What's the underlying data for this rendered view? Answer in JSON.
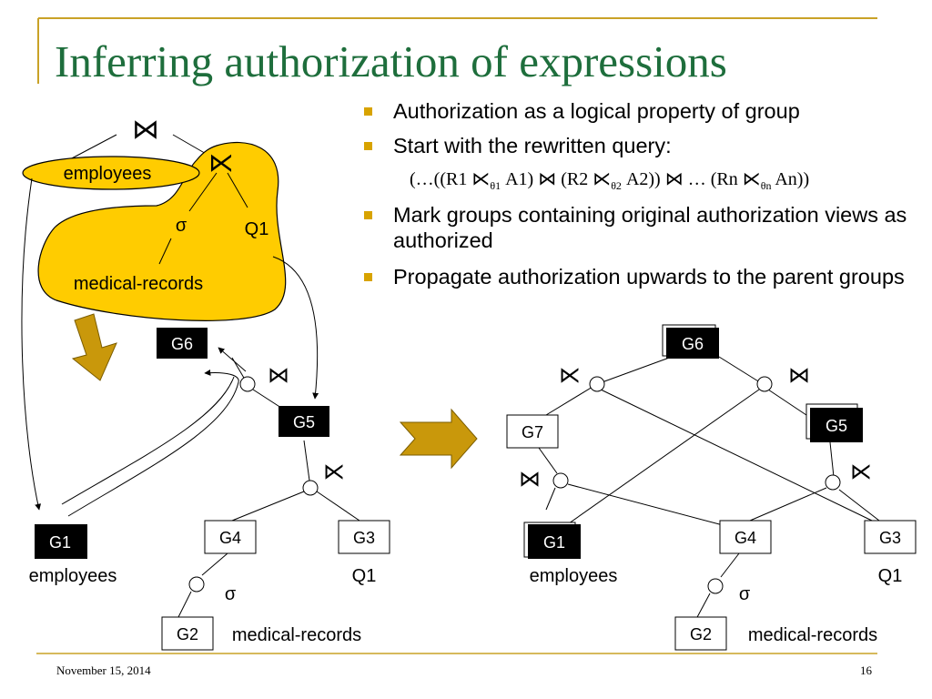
{
  "slide": {
    "title": "Inferring authorization of expressions",
    "bullets": [
      "Authorization as a logical property of group",
      "Start with the rewritten query:",
      "Mark groups containing original authorization views as authorized",
      "Propagate authorization upwards to the parent groups"
    ],
    "formula": {
      "p1": "(…((R1 ",
      "op_semijoin": "⋉",
      "sub1": "θ1",
      "p2": " A1) ",
      "op_join": "⋈",
      "p3": " (R2 ",
      "sub2": "θ2",
      "p4": " A2)) ",
      "p5": " … (Rn ",
      "subn": "θn",
      "p6": " An))"
    },
    "footer": {
      "date": "November 15, 2014",
      "page": "16"
    }
  },
  "diagram": {
    "operators": {
      "join": "⋈",
      "semijoin": "⋉",
      "select": "σ"
    },
    "left_tree": {
      "labels": {
        "employees": "employees",
        "q1": "Q1",
        "medical_records": "medical-records"
      },
      "groups": {
        "g1": "G1",
        "g2": "G2",
        "g3": "G3",
        "g4": "G4",
        "g5": "G5",
        "g6": "G6"
      },
      "under_labels": {
        "employees": "employees",
        "q1": "Q1",
        "medical_records": "medical-records"
      }
    },
    "right_tree": {
      "groups": {
        "g1": "G1",
        "g2": "G2",
        "g3": "G3",
        "g4": "G4",
        "g5": "G5",
        "g6": "G6",
        "g7": "G7"
      },
      "under_labels": {
        "employees": "employees",
        "q1": "Q1",
        "medical_records": "medical-records"
      }
    },
    "colors": {
      "title": "#1e6e3c",
      "bullet": "#d8a300",
      "blob_fill": "#ffcc00",
      "arrow_fill": "#c9980b",
      "authorized_group": "#000000"
    }
  }
}
